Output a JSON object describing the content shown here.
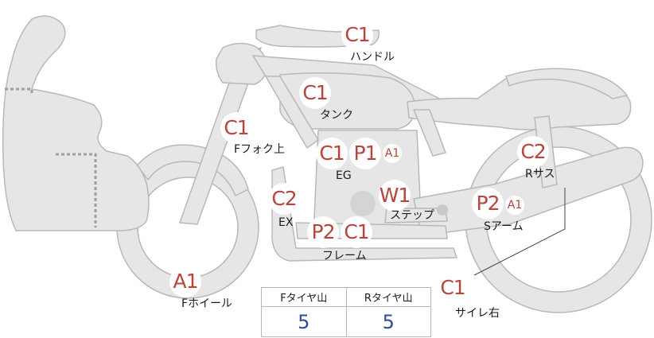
{
  "markers": [
    {
      "id": "handle",
      "code": "C1",
      "label": "ハンドル"
    },
    {
      "id": "tank",
      "code": "C1",
      "label": "タンク"
    },
    {
      "id": "ffork",
      "code": "C1",
      "label": "Fフォク上"
    },
    {
      "id": "eg",
      "codes": [
        "C1",
        "P1",
        "A1"
      ],
      "label": "EG"
    },
    {
      "id": "ex",
      "code": "C2",
      "label": "EX"
    },
    {
      "id": "step",
      "code": "W1",
      "label": "ステップ"
    },
    {
      "id": "frame",
      "codes": [
        "P2",
        "C1"
      ],
      "label": "フレーム"
    },
    {
      "id": "rsus",
      "code": "C2",
      "label": "Rサス"
    },
    {
      "id": "sarm",
      "codes": [
        "P2",
        "A1"
      ],
      "label": "Sアーム"
    },
    {
      "id": "fwheel",
      "code": "A1",
      "label": "Fホイール"
    },
    {
      "id": "silencer",
      "code": "C1",
      "label": "サイレ右"
    }
  ],
  "tread_table": {
    "headers": [
      "Fタイヤ山",
      "Rタイヤ山"
    ],
    "values": [
      "5",
      "5"
    ]
  },
  "colors": {
    "bike_fill": "#e6e6e6",
    "bike_stroke": "#b3b3b3",
    "badge_text": "#b8443b",
    "value_text": "#2f4a9a"
  }
}
